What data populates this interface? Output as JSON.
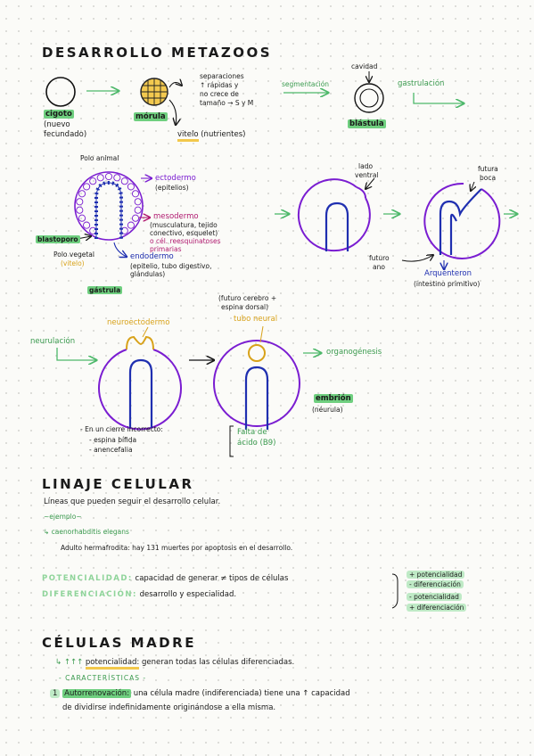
{
  "title1": "DESARROLLO METAZOOS",
  "stage1": {
    "cigoto": "cigoto",
    "nuevo": "(nuevo",
    "fecundado": "fecundado)",
    "morula": "mórula",
    "divisiones1": "separaciones",
    "divisiones2": "↑ rápidas y",
    "divisiones3": "no crece de",
    "divisiones4": "tamaño → S y M",
    "vitelo": "vitelo",
    "nutrientes": "(nutrientes)",
    "segmentacion": "segmentación",
    "cavidad": "cavidad",
    "gastrulacion": "gastrulación",
    "blastula": "blástula"
  },
  "stage2": {
    "polo_animal": "Polo animal",
    "ectodermo": "ectodermo",
    "epitelios": "(epitelios)",
    "mesodermo": "mesodermo",
    "mesodermo_d1": "(musculatura, tejido",
    "mesodermo_d2": "conectivo, esquelet)",
    "mesodermo_d3": "o cél. reesquinatoses",
    "mesodermo_d4": "primarias",
    "blastoporo": "blastoporo",
    "polo_vegetal": "Polo vegetal",
    "vitelo": "(vitelo)",
    "endodermo": "endodermo",
    "endodermo_d1": "(epitelio, tubo digestivo,",
    "endodermo_d2": "glándulas)",
    "gastrula": "gástrula",
    "lado1": "lado",
    "lado2": "ventral",
    "futura1": "futura",
    "futura2": "boca",
    "futuro1": "futuro",
    "futuro2": "ano",
    "arquenteron": "Arquénteron",
    "intestino": "(intestino primitivo)"
  },
  "stage3": {
    "futuro_cerebro1": "(futuro cerebro +",
    "futuro_cerebro2": "espina dorsal)",
    "neuroectodermo": "neuroectodermo",
    "tubo_neural": "tubo neural",
    "neurulacion": "neurulación",
    "organogenesis": "organogénesis",
    "embrion": "embrión",
    "neurula": "(néurula)",
    "cierre1": "- En un cierre incorrecto:",
    "cierre2": "- espina bífida",
    "cierre3": "- anencefalia",
    "falta1": "Falta de",
    "falta2": "ácido (B9)"
  },
  "title2": "LINAJE CELULAR",
  "linaje": {
    "line1": "Líneas que pueden seguir el desarrollo celular.",
    "ejemplo": "~ejemplo~",
    "elegans": "↳ caenorhabditis elegans",
    "adulto": "Adulto hermafrodita: hay 131 muertes por apoptosis en el desarrollo.",
    "potencialidad_label": "POTENCIALIDAD:",
    "potencialidad_text": "capacidad de generar ≠ tipos de células",
    "diferenciacion_label": "DIFERENCIACIÓN:",
    "diferenciacion_text": "desarrollo y especialidad.",
    "r1": "+ potencialidad",
    "r2": "- diferenciación",
    "r3": "- potencialidad",
    "r4": "+ diferenciación"
  },
  "title3": "CÉLULAS MADRE",
  "madre": {
    "line1_pre": "↳ ↑↑↑",
    "line1_pot": "potencialidad:",
    "line1_rest": "generan todas las células diferenciadas.",
    "caracteristicas": "- CARACTERÍSTICAS -",
    "num": "1",
    "auto": "Autorrenovación:",
    "auto_text": "una célula madre (indiferenciada) tiene una ↑ capacidad",
    "line_last": "de dividirse indefinidamente originándose a ella misma."
  }
}
